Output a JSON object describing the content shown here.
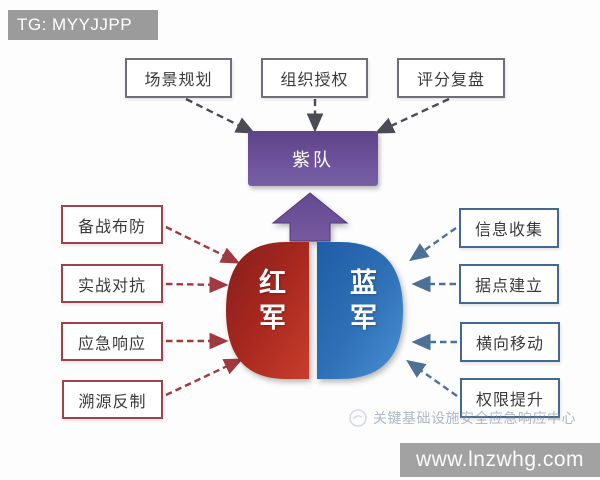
{
  "header": {
    "tag_label": "TG: MYYJJPP"
  },
  "top_row": {
    "items": [
      {
        "label": "场景规划"
      },
      {
        "label": "组织授权"
      },
      {
        "label": "评分复盘"
      }
    ]
  },
  "purple_team": {
    "label": "紫队"
  },
  "red_team": {
    "label": "红军"
  },
  "blue_team": {
    "label": "蓝军"
  },
  "left_column": {
    "items": [
      {
        "label": "备战布防"
      },
      {
        "label": "实战对抗"
      },
      {
        "label": "应急响应"
      },
      {
        "label": "溯源反制"
      }
    ]
  },
  "right_column": {
    "items": [
      {
        "label": "信息收集"
      },
      {
        "label": "据点建立"
      },
      {
        "label": "横向移动"
      },
      {
        "label": "权限提升"
      }
    ]
  },
  "footer": {
    "watermark": "关键基础设施安全应急响应中心",
    "site_label": "www.lnzwhg.com"
  },
  "colors": {
    "red_team": "#b02a21",
    "blue_team": "#2e6fb5",
    "purple_team": "#6a4d99",
    "connector_gray": "#4b4b56",
    "connector_red": "#a03a41",
    "connector_blue": "#4d7097",
    "banner_gray": "#9b9b9b"
  }
}
